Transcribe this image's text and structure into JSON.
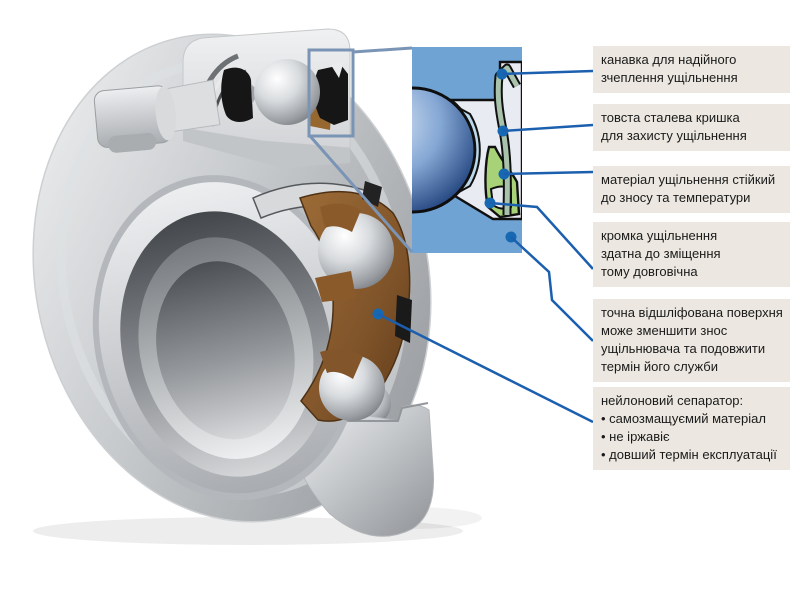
{
  "colors": {
    "panel-blue": "#6FA3D4",
    "ball-blue-dark": "#1C3C70",
    "raceway-blue": "#BCD9EC",
    "housing-white": "#E9EBF3",
    "seal-green": "#A8D277",
    "cover-sage": "#A9C2AB",
    "leader-blue": "#1B5FAE",
    "dot-blue": "#1668B3",
    "hlbox": "#7A94B5",
    "label-bg": "#ECE8E1",
    "text": "#1A1A1A",
    "cage-brown": "#80542A"
  },
  "callouts": [
    {
      "id": "groove",
      "lines": [
        "канавка для надійного",
        "зчеплення ущільнення"
      ]
    },
    {
      "id": "steel-cover",
      "lines": [
        "товста сталева кришка",
        "для захисту ущільнення"
      ]
    },
    {
      "id": "seal-material",
      "lines": [
        "матеріал ущільнення стійкий",
        "до зносу та температури"
      ]
    },
    {
      "id": "seal-lip",
      "lines": [
        "кромка ущільнення",
        "здатна до зміщення",
        "тому довговічна"
      ]
    },
    {
      "id": "ground-surface",
      "lines": [
        "точна відшліфована поверхня",
        "може зменшити знос",
        "ущільнювача та подовжити",
        "термін його служби"
      ]
    },
    {
      "id": "nylon-cage",
      "lines": [
        "нейлоновий сепаратор:",
        "• самозмащуємий матеріал",
        "• не іржавіє",
        "• довший термін експлуатації"
      ]
    }
  ]
}
